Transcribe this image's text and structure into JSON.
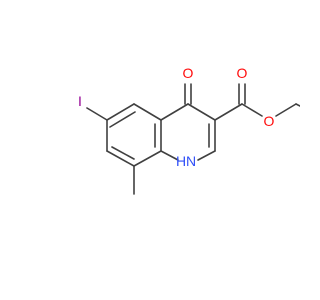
{
  "molecule": {
    "atoms": {
      "iodine": {
        "label": "I",
        "color": "#940094"
      },
      "ketone_oxygen": {
        "label": "O",
        "color": "#ff0d0d"
      },
      "carbonyl_oxygen": {
        "label": "O",
        "color": "#ff0d0d"
      },
      "ester_oxygen": {
        "label": "O",
        "color": "#ff0d0d"
      },
      "ring_nitrogen": {
        "label": "N",
        "color": "#3050f8"
      },
      "nitrogen_hydrogen": {
        "label": "H",
        "color": "#3050f8"
      }
    },
    "bond_color": "#404040"
  }
}
